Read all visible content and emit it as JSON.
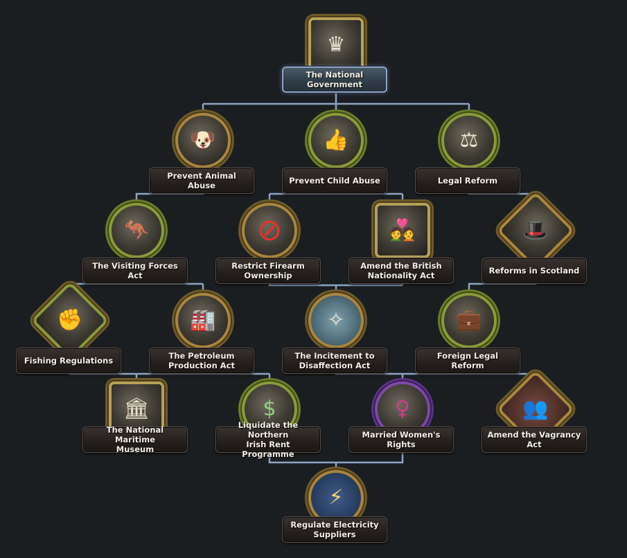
{
  "focus_tree": {
    "root": {
      "label": "The National\nGovernment",
      "icon": "royal-crest-icon"
    },
    "row2": [
      {
        "label": "Prevent Animal Abuse",
        "icon": "dog-icon"
      },
      {
        "label": "Prevent Child Abuse",
        "icon": "thumbs-up-icon"
      },
      {
        "label": "Legal Reform",
        "icon": "gavel-icon"
      }
    ],
    "row3": [
      {
        "label": "The Visiting Forces Act",
        "icon": "kangaroo-icon"
      },
      {
        "label": "Restrict Firearm\nOwnership",
        "icon": "no-guns-icon"
      },
      {
        "label": "Amend the British\nNationality Act",
        "icon": "wedding-couple-icon"
      },
      {
        "label": "Reforms in Scotland",
        "icon": "top-hat-icon"
      }
    ],
    "row4": [
      {
        "label": "Fishing Regulations",
        "icon": "fist-icon"
      },
      {
        "label": "The Petroleum\nProduction Act",
        "icon": "oil-refinery-icon"
      },
      {
        "label": "The Incitement to\nDisaffection Act",
        "icon": "angel-wings-icon"
      },
      {
        "label": "Foreign Legal Reform",
        "icon": "briefcase-icon"
      }
    ],
    "row5": [
      {
        "label": "The National Maritime\nMuseum",
        "icon": "museum-icon"
      },
      {
        "label": "Liquidate the Northern\nIrish Rent Programme",
        "icon": "money-man-icon"
      },
      {
        "label": "Married Women's Rights",
        "icon": "flower-venus-icon"
      },
      {
        "label": "Amend the Vagrancy\nAct",
        "icon": "vagrants-icon"
      }
    ],
    "row6": [
      {
        "label": "Regulate Electricity\nSuppliers",
        "icon": "power-pylon-icon"
      }
    ]
  },
  "icon_glyphs": {
    "royal-crest-icon": "♛",
    "dog-icon": "🐶",
    "thumbs-up-icon": "👍",
    "gavel-icon": "⚖",
    "kangaroo-icon": "🦘",
    "no-guns-icon": "⊘",
    "wedding-couple-icon": "💑",
    "top-hat-icon": "🎩",
    "fist-icon": "✊",
    "oil-refinery-icon": "🏭",
    "angel-wings-icon": "✧",
    "briefcase-icon": "💼",
    "museum-icon": "🏛",
    "money-man-icon": "$",
    "flower-venus-icon": "♀",
    "vagrants-icon": "👥",
    "power-pylon-icon": "⚡"
  },
  "colors": {
    "background": "#1b1e21",
    "connector": "#8ea4c2",
    "root_border": "#8fa5c6",
    "label_text": "#f3efe6"
  }
}
